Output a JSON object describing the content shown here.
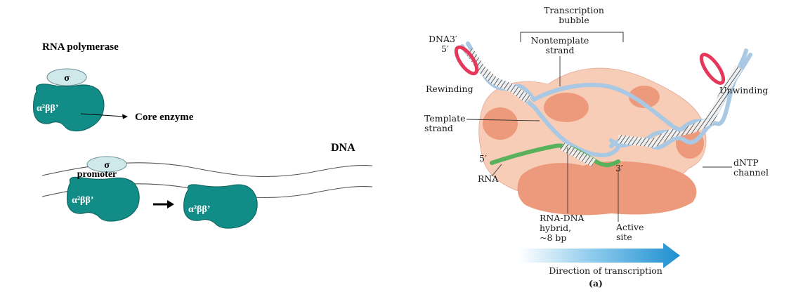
{
  "left_panel": {
    "title": "RNA polymerase",
    "sigma": "σ",
    "core_subunits": "α²ββ’",
    "core_enzyme_label": "Core enzyme",
    "dna_label": "DNA",
    "promoter_label": "promoter"
  },
  "right_panel": {
    "labels": {
      "transcription_bubble_1": "Transcription",
      "transcription_bubble_2": "bubble",
      "dna": "DNA",
      "dna_3prime": "3′",
      "dna_5prime": "5′",
      "nontemplate_1": "Nontemplate",
      "nontemplate_2": "strand",
      "rewinding": "Rewinding",
      "unwinding": "Unwinding",
      "template_1": "Template",
      "template_2": "strand",
      "rna_5prime": "5′",
      "rna": "RNA",
      "rna_3prime": "3′",
      "dntp_1": "dNTP",
      "dntp_2": "channel",
      "hybrid_1": "RNA-DNA",
      "hybrid_2": "hybrid,",
      "hybrid_3": "~8 bp",
      "active_1": "Active",
      "active_2": "site",
      "direction": "Direction of transcription",
      "panel_letter": "(a)"
    },
    "colors": {
      "enzyme_body": "#f8cdb7",
      "enzyme_lobes": "#ed9a7c",
      "dna_strand": "#a9c8e4",
      "rna_strand": "#59b15c",
      "unwind_marker": "#e5385a",
      "arrow": "#1c8fd0"
    }
  },
  "colors": {
    "core_enzyme": "#128c86",
    "sigma_factor": "#cfe8ea"
  }
}
